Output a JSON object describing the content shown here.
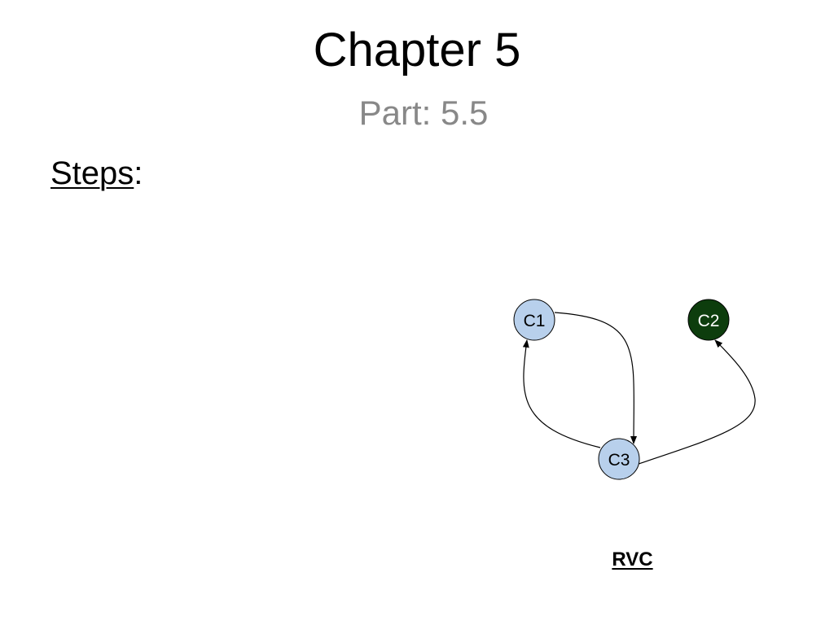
{
  "slide": {
    "title": "Chapter 5",
    "subtitle": "Part: 5.5",
    "steps_word": "Steps",
    "steps_colon": ":"
  },
  "diagram": {
    "caption": "RVC",
    "nodes": [
      {
        "id": "C1",
        "label": "C1",
        "fill": "#b8d0ec",
        "text_color": "#000000"
      },
      {
        "id": "C2",
        "label": "C2",
        "fill": "#0d3d0d",
        "text_color": "#ffffff"
      },
      {
        "id": "C3",
        "label": "C3",
        "fill": "#b8d0ec",
        "text_color": "#000000"
      }
    ],
    "edges": [
      {
        "from": "C1",
        "to": "C3"
      },
      {
        "from": "C3",
        "to": "C1"
      },
      {
        "from": "C3",
        "to": "C2"
      }
    ]
  }
}
